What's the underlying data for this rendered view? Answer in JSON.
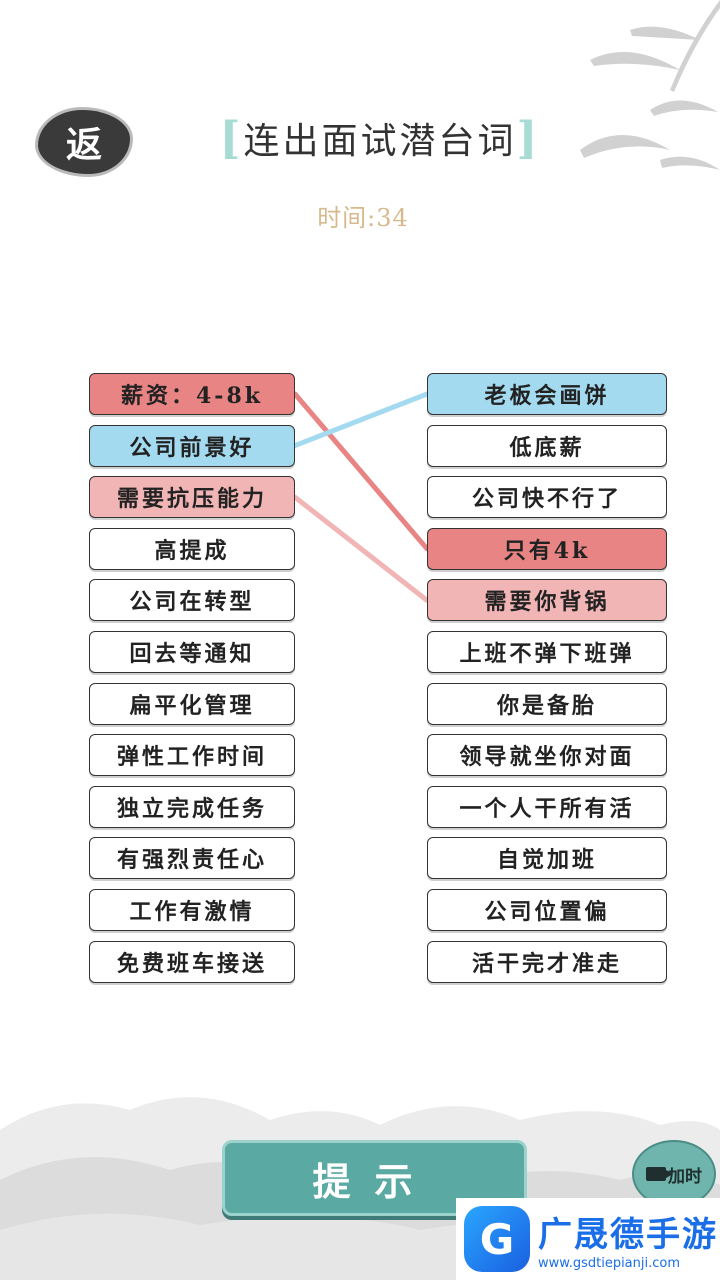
{
  "header": {
    "back_label": "返",
    "bracket_left": "[",
    "title": "连出面试潜台词",
    "bracket_right": "]",
    "timer": "时间:34"
  },
  "left_words": [
    {
      "text": "薪资：4-8k",
      "state": "red"
    },
    {
      "text": "公司前景好",
      "state": "blue"
    },
    {
      "text": "需要抗压能力",
      "state": "pink"
    },
    {
      "text": "高提成",
      "state": "none"
    },
    {
      "text": "公司在转型",
      "state": "none"
    },
    {
      "text": "回去等通知",
      "state": "none"
    },
    {
      "text": "扁平化管理",
      "state": "none"
    },
    {
      "text": "弹性工作时间",
      "state": "none"
    },
    {
      "text": "独立完成任务",
      "state": "none"
    },
    {
      "text": "有强烈责任心",
      "state": "none"
    },
    {
      "text": "工作有激情",
      "state": "none"
    },
    {
      "text": "免费班车接送",
      "state": "none"
    }
  ],
  "right_words": [
    {
      "text": "老板会画饼",
      "state": "blue"
    },
    {
      "text": "低底薪",
      "state": "none"
    },
    {
      "text": "公司快不行了",
      "state": "none"
    },
    {
      "text": "只有4k",
      "state": "red"
    },
    {
      "text": "需要你背锅",
      "state": "pink"
    },
    {
      "text": "上班不弹下班弹",
      "state": "none"
    },
    {
      "text": "你是备胎",
      "state": "none"
    },
    {
      "text": "领导就坐你对面",
      "state": "none"
    },
    {
      "text": "一个人干所有活",
      "state": "none"
    },
    {
      "text": "自觉加班",
      "state": "none"
    },
    {
      "text": "公司位置偏",
      "state": "none"
    },
    {
      "text": "活干完才准走",
      "state": "none"
    }
  ],
  "connections": [
    {
      "from": 0,
      "to": 3,
      "color": "#e88484"
    },
    {
      "from": 1,
      "to": 0,
      "color": "#a4daf0"
    },
    {
      "from": 2,
      "to": 4,
      "color": "#f2b5b5"
    }
  ],
  "buttons": {
    "hint_label": "提示",
    "add_time_label": "加时"
  },
  "watermark": {
    "logo": "G",
    "name": "广晟德手游",
    "url": "www.gsdtiepianji.com"
  }
}
